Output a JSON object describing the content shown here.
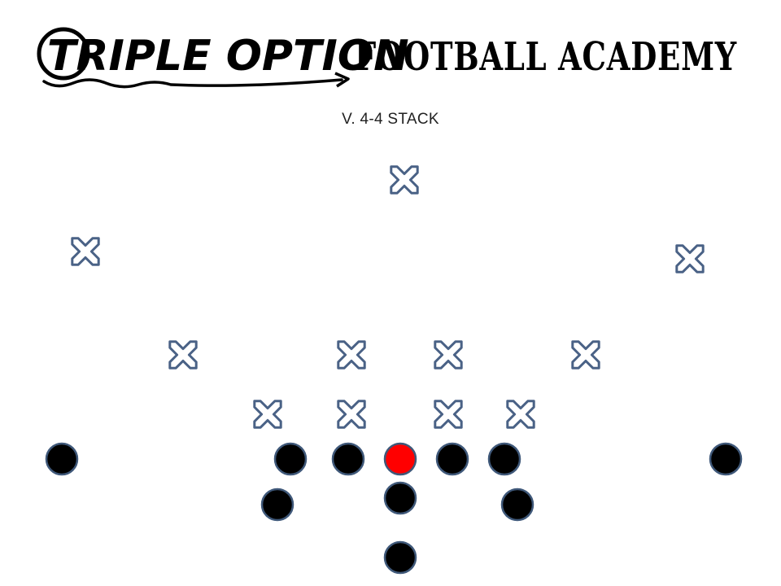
{
  "brand": {
    "part1": "TRIPLE OPTION",
    "part2": "FOOTBALL ACADEMY"
  },
  "diagram": {
    "subtitle": "V. 4-4 STACK",
    "colors": {
      "defender_stroke": "#4a6286",
      "offense_fill": "#000000",
      "offense_stroke": "#3f5879",
      "ball_fill": "#ff0000"
    },
    "defenders": [
      {
        "id": "defender-free-safety"
      },
      {
        "id": "defender-left-corner"
      },
      {
        "id": "defender-right-corner"
      },
      {
        "id": "defender-left-outside-linebacker"
      },
      {
        "id": "defender-left-inside-linebacker"
      },
      {
        "id": "defender-right-inside-linebacker"
      },
      {
        "id": "defender-right-outside-linebacker"
      },
      {
        "id": "defender-left-end"
      },
      {
        "id": "defender-left-tackle"
      },
      {
        "id": "defender-right-tackle"
      },
      {
        "id": "defender-right-end"
      }
    ],
    "offense": [
      {
        "id": "offense-left-wide-receiver"
      },
      {
        "id": "offense-left-tackle"
      },
      {
        "id": "offense-left-guard"
      },
      {
        "id": "offense-center",
        "ball": true
      },
      {
        "id": "offense-right-guard"
      },
      {
        "id": "offense-right-tackle"
      },
      {
        "id": "offense-right-wide-receiver"
      },
      {
        "id": "offense-left-slotback"
      },
      {
        "id": "offense-quarterback"
      },
      {
        "id": "offense-right-slotback"
      },
      {
        "id": "offense-fullback"
      }
    ]
  }
}
